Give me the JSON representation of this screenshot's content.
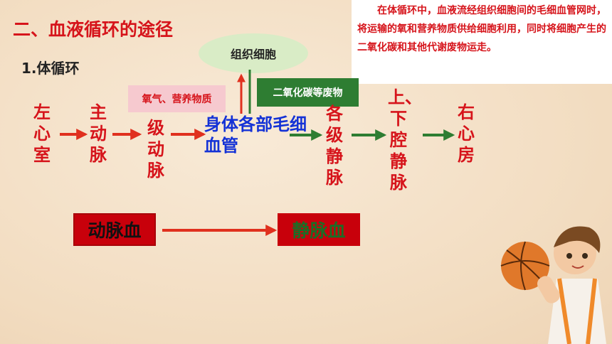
{
  "slide": {
    "title": "二、血液循环的途径",
    "subtitle": "1.体循环",
    "note": "在体循环中，血液流经组织细胞间的毛细血管网时，将运输的氧和营养物质供给细胞利用，同时将细胞产生的二氧化碳和其他代谢废物运走。",
    "tissue_label": "组织细胞",
    "o2_label": "氧气、营养物质",
    "co2_label": "二氧化碳等废物",
    "path": {
      "left_ventricle": "左心室",
      "aorta": "主动脉",
      "arteries": "级动脉",
      "capillaries": "身体各部毛细血管",
      "veins": "各级静脉",
      "vena_cava": "上、下腔静脉",
      "right_atrium": "右心房"
    },
    "arterial_blood": "动脉血",
    "venous_blood": "静脉血"
  },
  "colors": {
    "red": "#d6141b",
    "blue": "#1432d6",
    "green": "#2e7d32"
  }
}
